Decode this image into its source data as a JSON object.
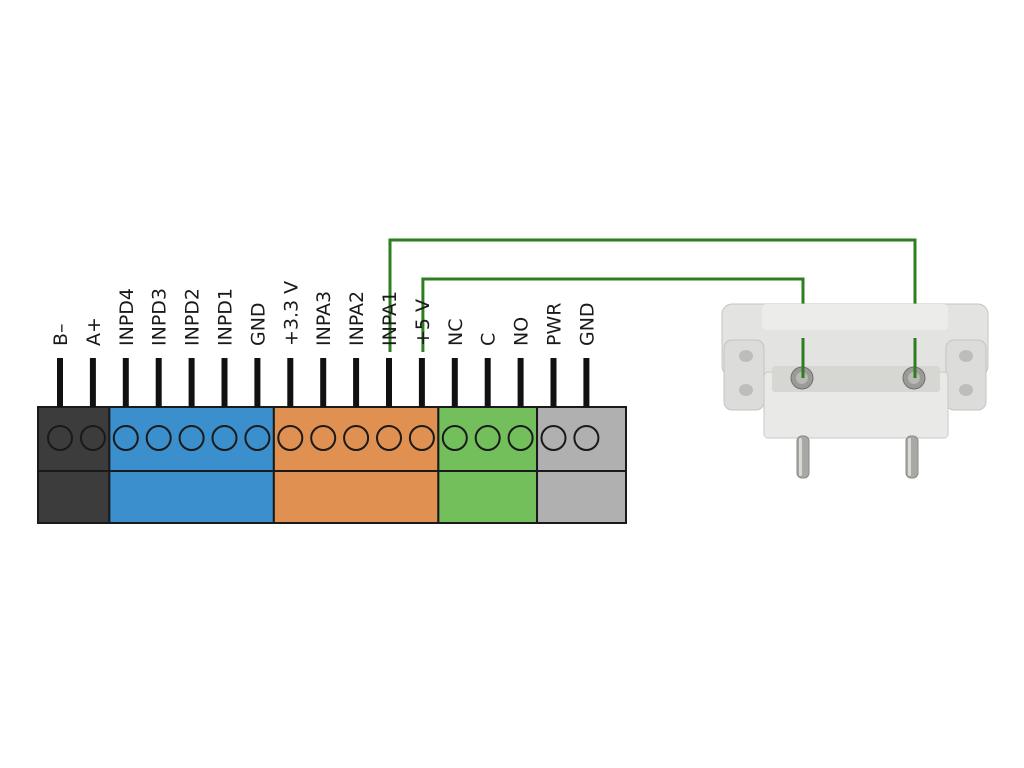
{
  "colors": {
    "background": "#ffffff",
    "wire": "#2e7d1e",
    "pin": "#111111",
    "outline": "#1a1a1a",
    "group_bus": "#3c3c3c",
    "group_digital": "#3b8fcc",
    "group_analog": "#e09050",
    "group_relay": "#72bf5c",
    "group_power": "#b0b0b0",
    "sensor_body": "#e6e6e4",
    "sensor_shadow": "#c9c9c6",
    "sensor_pin": "#a9a9a6"
  },
  "terminal_block": {
    "groups": [
      {
        "name": "bus",
        "color_key": "group_bus",
        "pins": [
          "B–",
          "A+"
        ]
      },
      {
        "name": "digital",
        "color_key": "group_digital",
        "pins": [
          "INPD4",
          "INPD3",
          "INPD2",
          "INPD1",
          "GND"
        ]
      },
      {
        "name": "analog",
        "color_key": "group_analog",
        "pins": [
          "+3.3 V",
          "INPA3",
          "INPA2",
          "INPA1",
          "+5 V"
        ]
      },
      {
        "name": "relay",
        "color_key": "group_relay",
        "pins": [
          "NC",
          "C",
          "NO"
        ]
      },
      {
        "name": "power",
        "color_key": "group_power",
        "pins": [
          "PWR",
          "GND"
        ]
      }
    ]
  },
  "wires": [
    {
      "from_pin": "INPA1",
      "to": "sensor-right-screw"
    },
    {
      "from_pin": "+5 V",
      "to": "sensor-left-screw"
    }
  ],
  "icons": {
    "sensor": "water-leak-sensor-icon",
    "screw": "screw-terminal-icon"
  }
}
